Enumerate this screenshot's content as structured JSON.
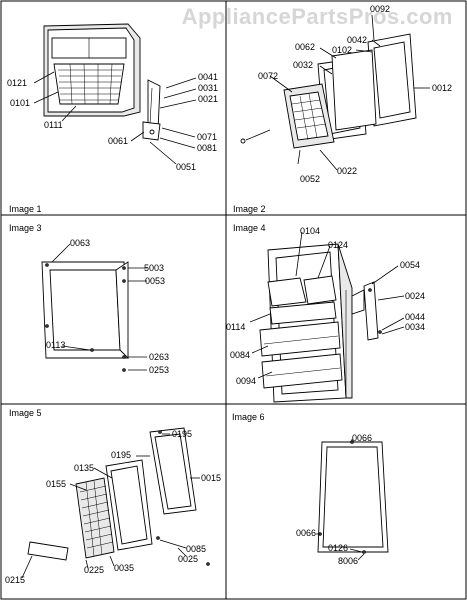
{
  "watermark": "AppliancePartsPros.com",
  "panels": [
    {
      "title": "Image 1",
      "labels": [
        "0121",
        "0101",
        "0111",
        "0041",
        "0031",
        "0021",
        "0061",
        "0071",
        "0081",
        "0051"
      ]
    },
    {
      "title": "Image 2",
      "labels": [
        "0092",
        "0042",
        "0102",
        "0062",
        "0032",
        "0072",
        "0012",
        "0052",
        "0022"
      ]
    },
    {
      "title": "Image 3",
      "labels": [
        "0063",
        "5003",
        "0053",
        "0113",
        "0263",
        "0253"
      ]
    },
    {
      "title": "Image 4",
      "labels": [
        "0104",
        "0124",
        "0054",
        "0024",
        "0044",
        "0034",
        "0114",
        "0084",
        "0094"
      ]
    },
    {
      "title": "Image 5",
      "labels": [
        "0195",
        "0195",
        "0135",
        "0155",
        "0015",
        "0085",
        "0025",
        "0215",
        "0225",
        "0035"
      ]
    },
    {
      "title": "Image 6",
      "labels": [
        "0066",
        "0066",
        "0126",
        "8006"
      ]
    }
  ]
}
